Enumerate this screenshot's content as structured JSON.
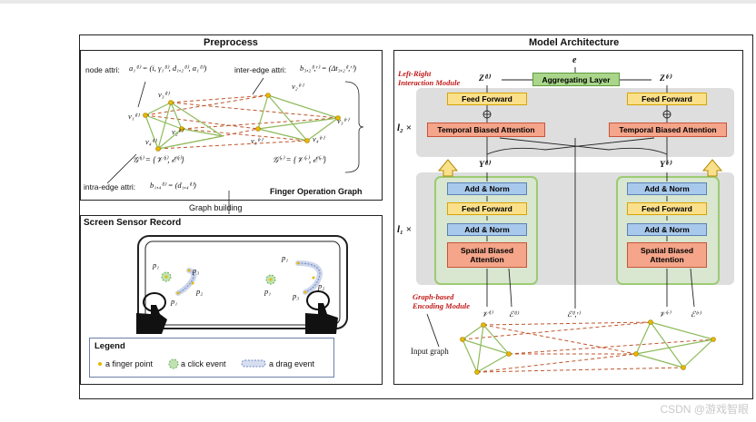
{
  "preprocess": {
    "title": "Preprocess",
    "node_attr_label": "node attri:",
    "node_attr_formula": "a₁⁽ˡ⁾ = (i, γ₁⁽ˡ⁾, d₁,₂⁽ˡ⁾, α₁⁽ˡ⁾)",
    "inter_edge_label": "inter-edge attri:",
    "inter_edge_formula": "b₃,₂⁽ˡ,ʳ⁾ = (Δt₃,₂⁽ˡ,ʳ⁾)",
    "intra_edge_label": "intra-edge attri:",
    "intra_edge_formula": "b₁,₄⁽ˡ⁾ = (d₁,₄⁽ˡ⁾)",
    "graph_left_formula": "𝒢⁽ˡ⁾ = {𝒱⁽ˡ⁾, ℰ⁽ˡ⁾}",
    "graph_right_formula": "𝒢⁽ʳ⁾ = {𝒱⁽ʳ⁾, ℰ⁽ʳ⁾}",
    "left_nodes": [
      "v₁⁽ˡ⁾",
      "v₂⁽ˡ⁾",
      "v₃⁽ˡ⁾",
      "v₄⁽ˡ⁾"
    ],
    "right_nodes": [
      "v₁⁽ʳ⁾",
      "v₂⁽ʳ⁾",
      "v₃⁽ʳ⁾",
      "v₄⁽ʳ⁾"
    ],
    "graph_caption": "Finger Operation Graph",
    "graph_building": "Graph building"
  },
  "sensor": {
    "title": "Screen Sensor Record",
    "left_points": [
      "p₁",
      "p₃",
      "p₂",
      "p₁"
    ],
    "right_points": [
      "p₁",
      "p₁",
      "p₂",
      "p₃"
    ],
    "legend_title": "Legend",
    "legend_items": [
      "a finger point",
      "a click event",
      "a drag event"
    ]
  },
  "model": {
    "title": "Model Architecture",
    "output_symbol": "e",
    "aggregating_layer": "Aggregating Layer",
    "z_left": "Z⁽ˡ⁾",
    "z_right": "Z⁽ʳ⁾",
    "feed_forward": "Feed Forward",
    "temporal_biased_attention": "Temporal Biased Attention",
    "interaction_module": [
      "Left-Right",
      "Interaction Module"
    ],
    "l2_rep": "l₂ ×",
    "l1_rep": "l₁ ×",
    "y_left": "Y⁽ˡ⁾",
    "y_right": "Y⁽ʳ⁾",
    "add_norm": "Add & Norm",
    "spatial_biased_attention": [
      "Spatial Biased",
      "Attention"
    ],
    "encoding_module": [
      "Graph-based",
      "Encoding Module"
    ],
    "v_left": "𝒱⁽ˡ⁾",
    "e_left": "ℰ⁽ˡ⁾",
    "e_lr": "ℰ⁽ˡ,ʳ⁾",
    "v_right": "𝒱⁽ʳ⁾",
    "e_right": "ℰ⁽ʳ⁾",
    "input_graph": "Input graph"
  },
  "watermark": "CSDN @游戏智眼",
  "colors": {
    "feed_forward": "#fbe08c",
    "add_norm": "#a9c9ec",
    "attention": "#f4a58a",
    "aggregating": "#a9d68a",
    "graph_edge": "#8dbb5a",
    "inter_edge": "#c0552a",
    "node": "#e6b800"
  }
}
